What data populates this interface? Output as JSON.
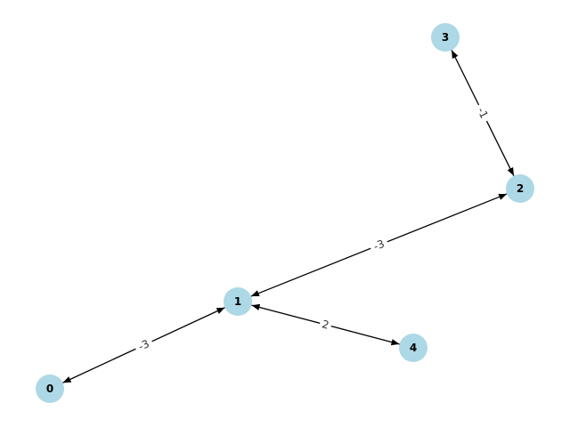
{
  "graph": {
    "directed": true,
    "colors": {
      "node_fill": "#add8e6",
      "edge": "#000000",
      "edge_label_bg": "#ffffff"
    },
    "nodes": [
      {
        "id": "0",
        "label": "0"
      },
      {
        "id": "1",
        "label": "1"
      },
      {
        "id": "2",
        "label": "2"
      },
      {
        "id": "3",
        "label": "3"
      },
      {
        "id": "4",
        "label": "4"
      }
    ],
    "edges": [
      {
        "source": "0",
        "target": "1",
        "label": "-3",
        "bidirectional": true
      },
      {
        "source": "1",
        "target": "2",
        "label": "-3",
        "bidirectional": true
      },
      {
        "source": "2",
        "target": "3",
        "label": "-1",
        "bidirectional": true
      },
      {
        "source": "1",
        "target": "4",
        "label": "2",
        "bidirectional": true
      }
    ]
  }
}
